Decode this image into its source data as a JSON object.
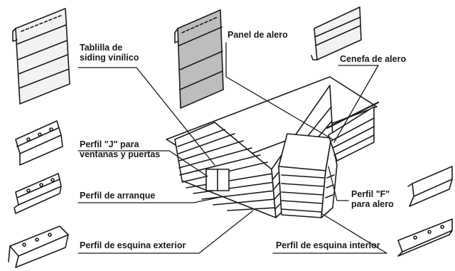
{
  "labels": {
    "tablilla": [
      "Tablilla de",
      "siding vinílico"
    ],
    "panel_alero": "Panel de alero",
    "cenefa_alero": "Cenefa de alero",
    "perfil_j": [
      "Perfil \"J\" para",
      "ventanas y puertas"
    ],
    "perfil_arranque": "Perfil de arranque",
    "perfil_esquina_exterior": "Perfil de esquina exterior",
    "perfil_f": [
      "Perfil \"F\"",
      "para alero"
    ],
    "perfil_esquina_interior": "Perfil de esquina interior"
  },
  "colors": {
    "ink": "#1a1a1a",
    "shade": "#bdbdbd",
    "paper": "#ffffff"
  }
}
